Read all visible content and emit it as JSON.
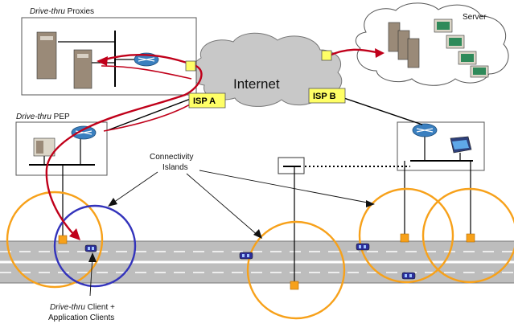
{
  "labels": {
    "proxies_em": "Drive-thru",
    "proxies": " Proxies",
    "server": "Server",
    "internet": "Internet",
    "isp_a": "ISP A",
    "isp_b": "ISP B",
    "pep_em": "Drive-thru",
    "pep": " PEP",
    "islands_1": "Connectivity",
    "islands_2": "Islands",
    "client_em": "Drive-thru",
    "client": " Client +",
    "client_2": "Application Clients"
  },
  "colors": {
    "red_path": "#c0001a",
    "orange": "#f7a11a",
    "blue_circle": "#3333bb",
    "cloud_fill": "#c8c8c8",
    "isp_fill": "#ffff66",
    "road": "#bdbdbd",
    "router": "#3a7fbf"
  }
}
